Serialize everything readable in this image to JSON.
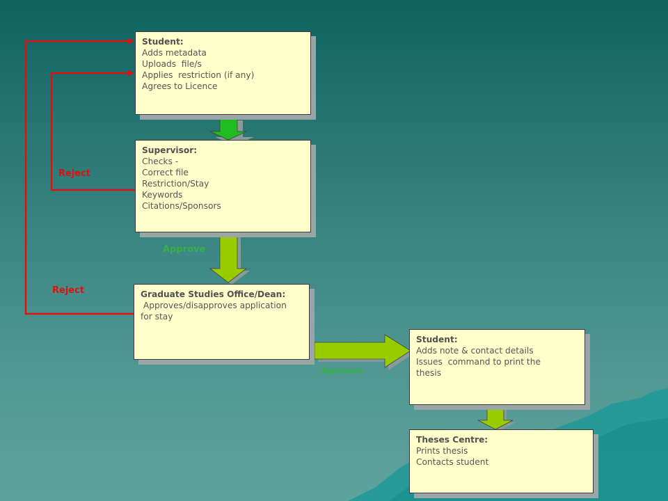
{
  "colors": {
    "reject": "#e01010",
    "approve_text": "#36b04a",
    "box_fill": "#ffffcc",
    "arrow_fill": "#99cc00",
    "arrow_fill_top": "#22bb22"
  },
  "steps": [
    {
      "title": "Student:",
      "lines": [
        "Adds metadata",
        "Uploads  file/s",
        "Applies  restriction (if any)",
        "Agrees to Licence"
      ]
    },
    {
      "title": "Supervisor:",
      "lines": [
        "Checks -",
        "Correct file",
        "Restriction/Stay",
        "Keywords",
        "Citations/Sponsors"
      ]
    },
    {
      "title": "Graduate Studies Office/Dean:",
      "lines": [
        " Approves/disapproves application",
        "for stay"
      ]
    },
    {
      "title": "Student:",
      "lines": [
        "Adds note & contact details",
        "Issues  command to print the",
        "thesis"
      ]
    },
    {
      "title": "Theses Centre:",
      "lines": [
        "Prints thesis",
        "Contacts student"
      ]
    }
  ],
  "labels": {
    "reject_1": "Reject",
    "reject_2": "Reject",
    "approve_1": "Approve",
    "approve_2": "Approve"
  }
}
